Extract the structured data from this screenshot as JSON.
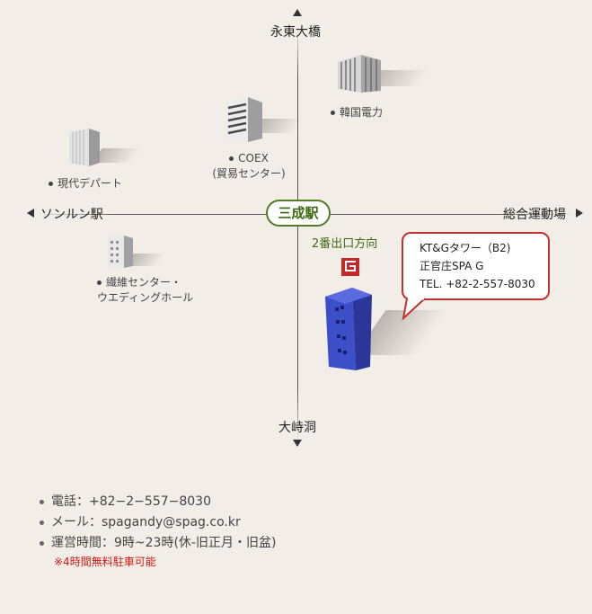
{
  "directions": {
    "north": "永東大橋",
    "south": "大峙洞",
    "west": "ソンルン駅",
    "east": "総合運動場"
  },
  "station": {
    "name": "三成駅",
    "exit_label": "2番出口方向"
  },
  "landmarks": {
    "kepco": "韓国電力",
    "coex_line1": "COEX",
    "coex_line2": "(貿易センター)",
    "hyundai": "現代デパート",
    "textile_line1": "繊維センター・",
    "textile_line2": "ウエディングホール"
  },
  "destination": {
    "line1": "KT&Gタワー（B2)",
    "line2": "正官庄SPA G",
    "line3": "TEL. +82-2-557-8030",
    "building_color": "#3d4fc8",
    "border_color": "#c4302b"
  },
  "info": {
    "phone": "電話：+82−2−557−8030",
    "mail": "メール：spagandy@spag.co.kr",
    "hours": "運営時間：9時~23時(休-旧正月・旧盆)",
    "parking_note": "※4時間無料駐車可能"
  }
}
